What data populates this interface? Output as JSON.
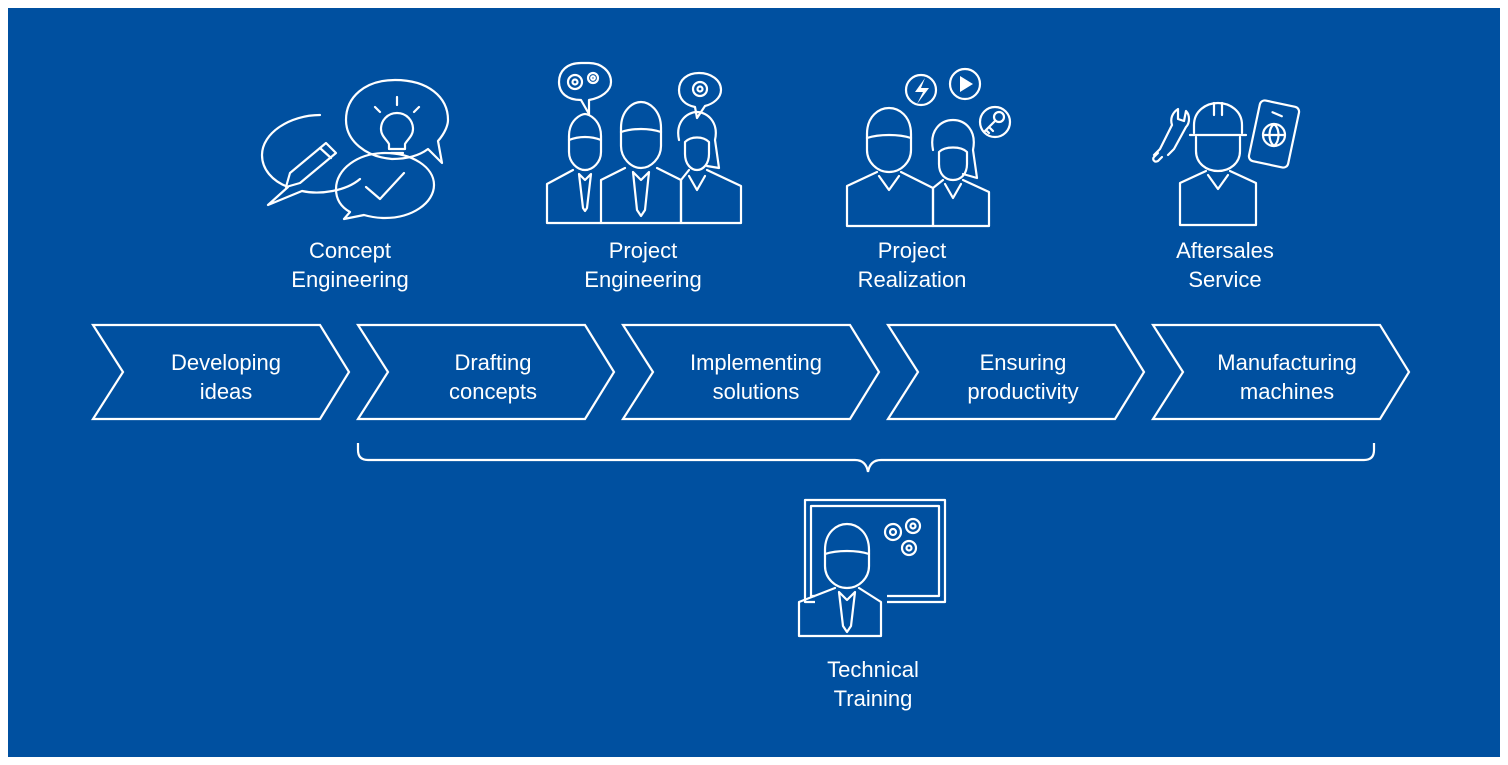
{
  "colors": {
    "background": "#0050a0",
    "foreground": "#ffffff",
    "page": "#ffffff"
  },
  "stages": [
    {
      "label": "Concept\nEngineering",
      "icon": "speech-bubbles-idea-icon"
    },
    {
      "label": "Project\nEngineering",
      "icon": "engineering-team-gears-icon"
    },
    {
      "label": "Project\nRealization",
      "icon": "realization-team-power-play-key-icon"
    },
    {
      "label": "Aftersales\nService",
      "icon": "service-technician-wrench-tablet-icon"
    }
  ],
  "process_steps": [
    "Developing\nideas",
    "Drafting\nconcepts",
    "Implementing\nsolutions",
    "Ensuring\nproductivity",
    "Manufacturing\nmachines"
  ],
  "training": {
    "label": "Technical\nTraining",
    "icon": "trainer-whiteboard-gears-icon"
  }
}
